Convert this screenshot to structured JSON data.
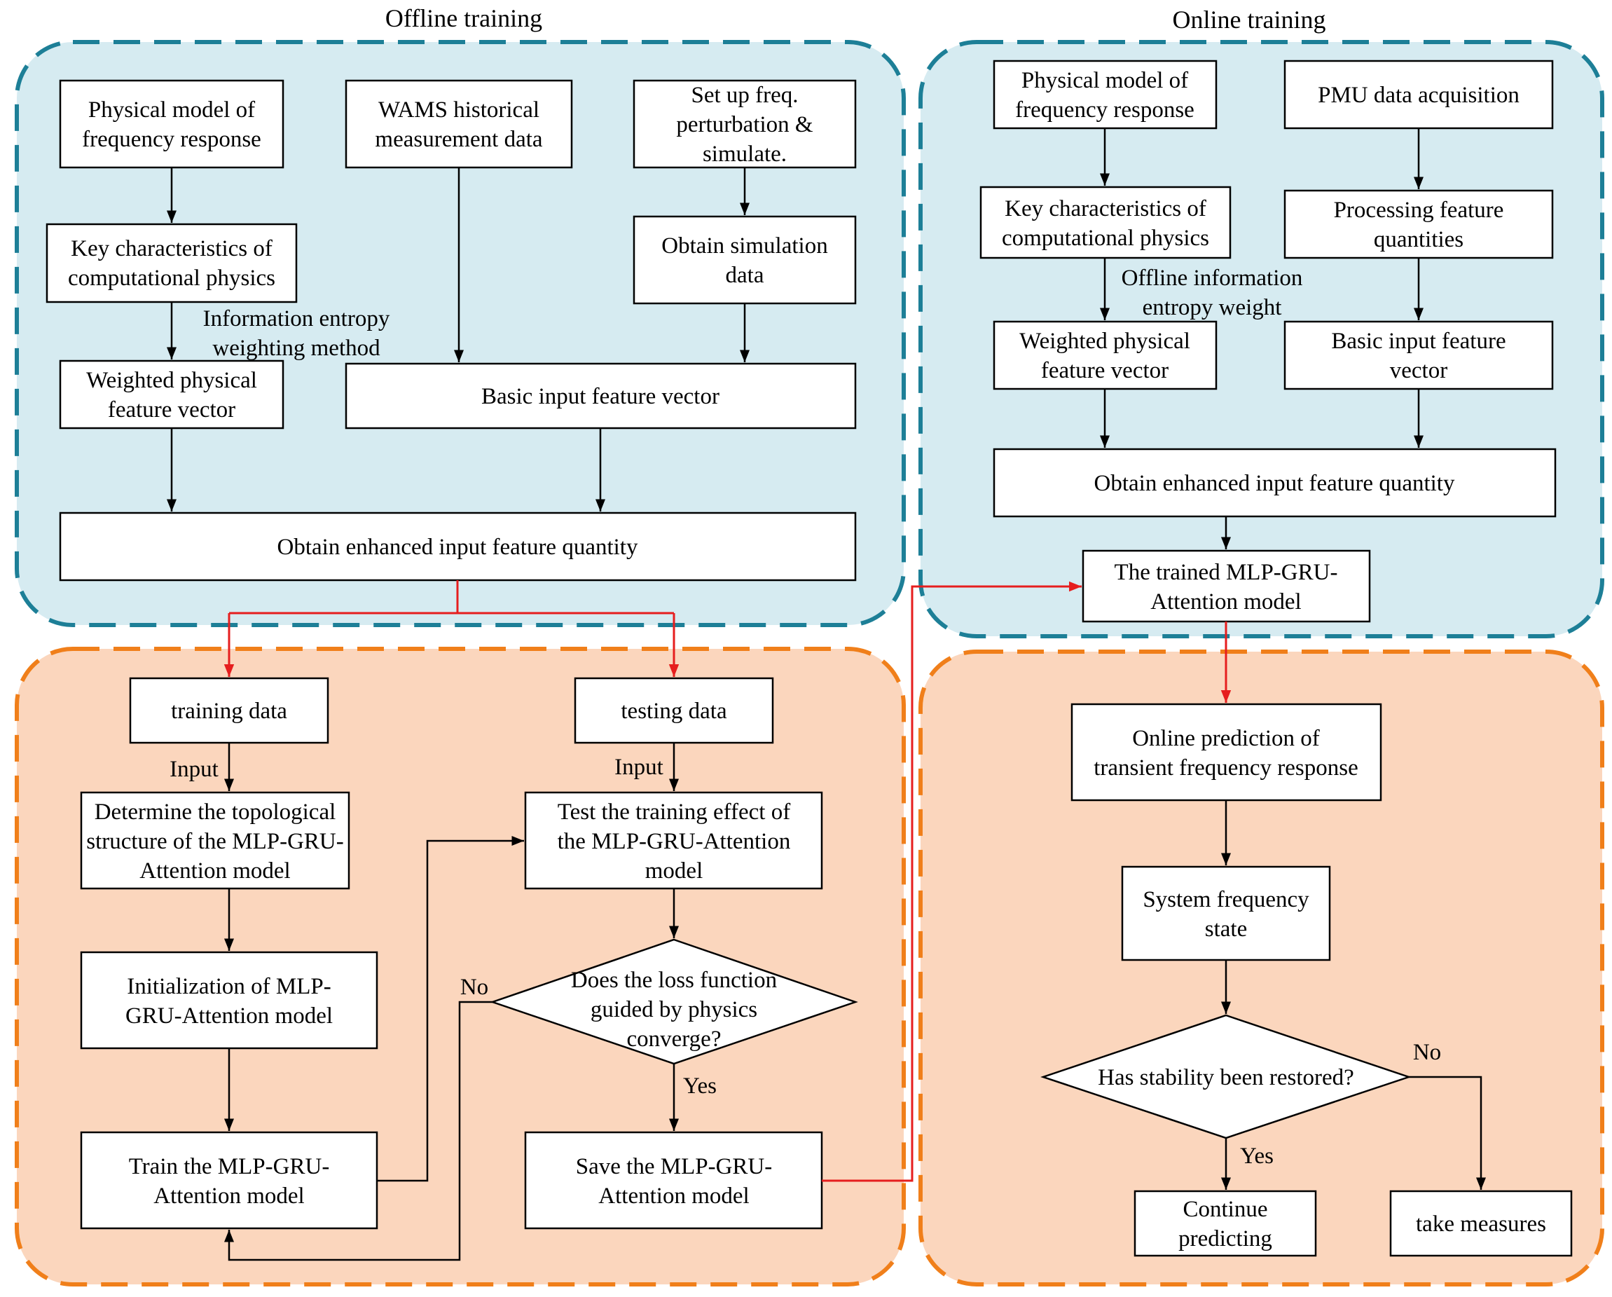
{
  "titles": {
    "offline": "Offline training",
    "online": "Online training"
  },
  "colors": {
    "region_blue_fill": "#d6ebf1",
    "region_blue_border": "#1d7f97",
    "region_orange_fill": "#fbd6bd",
    "region_orange_border": "#f07f1a",
    "highlight_arrow": "#e61e1e"
  },
  "offline": {
    "phys_model": [
      "Physical model of",
      "frequency response"
    ],
    "wams": [
      "WAMS historical",
      "measurement data"
    ],
    "setup": [
      "Set up freq.",
      "perturbation &",
      "simulate."
    ],
    "key_char": [
      "Key characteristics of",
      "computational physics"
    ],
    "sim_data": [
      "Obtain simulation",
      "data"
    ],
    "entropy_label": [
      "Information entropy",
      "weighting method"
    ],
    "weighted": [
      "Weighted physical",
      "feature vector"
    ],
    "basic": [
      "Basic input feature vector"
    ],
    "enhanced": [
      "Obtain enhanced input feature quantity"
    ],
    "training_data": [
      "training data"
    ],
    "testing_data": [
      "testing data"
    ],
    "input_label_left": "Input",
    "input_label_right": "Input",
    "determine": [
      "Determine the topological",
      "structure of the MLP-GRU-",
      "Attention model"
    ],
    "test_effect": [
      "Test the training effect of",
      "the MLP-GRU-Attention",
      "model"
    ],
    "init": [
      "Initialization of MLP-",
      "GRU-Attention model"
    ],
    "loss_q": [
      "Does the loss function",
      "guided by physics",
      "converge?"
    ],
    "no_label": "No",
    "yes_label": "Yes",
    "train": [
      "Train the MLP-GRU-",
      "Attention model"
    ],
    "save": [
      "Save the MLP-GRU-",
      "Attention model"
    ]
  },
  "online": {
    "phys_model": [
      "Physical model of",
      "frequency response"
    ],
    "pmu": [
      "PMU data acquisition"
    ],
    "key_char": [
      "Key characteristics of",
      "computational physics"
    ],
    "processing": [
      "Processing feature",
      "quantities"
    ],
    "entropy_label": [
      "Offline information",
      "entropy weight"
    ],
    "weighted": [
      "Weighted physical",
      "feature vector"
    ],
    "basic": [
      "Basic input feature",
      "vector"
    ],
    "enhanced": [
      "Obtain enhanced input feature quantity"
    ],
    "trained_model": [
      "The trained MLP-GRU-",
      "Attention model"
    ],
    "prediction": [
      "Online prediction of",
      "transient frequency response"
    ],
    "freq_state": [
      "System frequency",
      "state"
    ],
    "stability_q": [
      "Has stability been restored?"
    ],
    "no_label": "No",
    "yes_label": "Yes",
    "continue": [
      "Continue",
      "predicting"
    ],
    "measures": [
      "take measures"
    ]
  }
}
